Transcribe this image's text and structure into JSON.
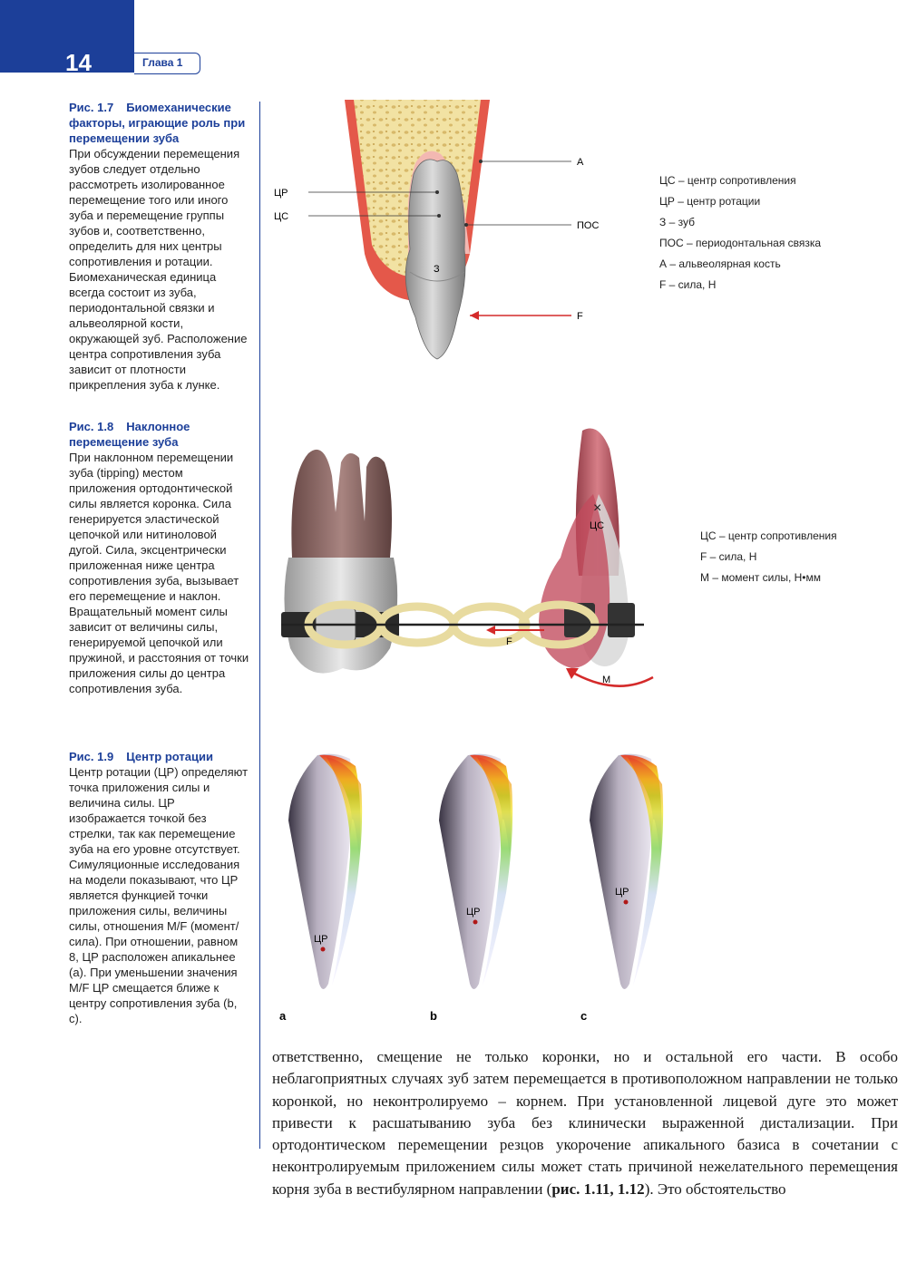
{
  "header": {
    "page_number": "14",
    "chapter": "Глава 1"
  },
  "fig17": {
    "number": "Рис. 1.7",
    "title": "Биомеханические факторы, играющие роль при перемещении зуба",
    "body": "При обсуждении перемещения зубов следует отдельно рассмотреть изолированное перемещение того или иного зуба и перемещение группы зубов и, соответственно, определить для них центры сопротивления и ротации. Биомеханическая единица всегда состоит из зуба, периодонтальной связки и альвеолярной кости, окружающей зуб. Расположение центра сопротивления зуба зависит от плотности прикрепления зуба к лунке.",
    "labels": {
      "cr": "ЦР",
      "cs": "ЦС",
      "a": "А",
      "pos": "ПОС",
      "f": "F",
      "tooth": "З"
    },
    "legend": [
      "ЦС – центр сопротивления",
      "ЦР – центр ротации",
      "З – зуб",
      "ПОС – периодонтальная связка",
      "А – альвеолярная кость",
      "F – сила, Н"
    ]
  },
  "fig18": {
    "number": "Рис. 1.8",
    "title": "Наклонное перемещение зуба",
    "body": "При наклонном перемещении зуба (tipping) местом приложения ортодонтической силы является коронка. Сила генерируется эластической цепочкой или нитиноловой дугой. Сила, эксцентрически приложенная ниже центра сопротивления зуба, вызывает его перемещение и наклон. Вращательный момент силы зависит от величины силы, генерируемой цепочкой или пружиной, и расстояния от точки приложения силы до центра сопротивления зуба.",
    "labels": {
      "cs": "ЦС",
      "f": "F",
      "m": "M"
    },
    "legend": [
      "ЦС – центр сопротивления",
      "F – сила, Н",
      "M – момент силы, Н•мм"
    ]
  },
  "fig19": {
    "number": "Рис. 1.9",
    "title": "Центр ротации",
    "body": "Центр ротации (ЦР) определяют точка приложения силы и величина силы. ЦР изображается точкой без стрелки, так как перемещение зуба на его уровне отсутствует. Симуляционные исследования на модели показывают, что ЦР является функцией точки приложения силы, величины силы, отношения M/F (момент/сила). При отношении, равном 8, ЦР расположен апикальнее (a). При уменьшении значения M/F ЦР смещается ближе к центру сопротивления зуба (b, c).",
    "panels": [
      {
        "letter": "a",
        "cr": "ЦР"
      },
      {
        "letter": "b",
        "cr": "ЦР"
      },
      {
        "letter": "c",
        "cr": "ЦР"
      }
    ]
  },
  "main_text": {
    "body": "ответственно, смещение не только коронки, но и остальной его части. В особо неблагоприятных случаях зуб затем перемещается в противоположном направлении не только коронкой, но неконтролируемо – корнем. При установленной лицевой дуге это может привести к расшатыванию зуба без клинически выраженной дистализации. При ортодонтическом перемещении резцов укорочение апикального базиса в сочетании с неконтролируемым приложением силы может стать причиной нежелательного перемещения корня зуба в вестибулярном направлении (",
    "reference": "рис. 1.11, 1.12",
    "tail": "). Это обстоятельство"
  },
  "colors": {
    "brand": "#1c3f99",
    "force_arrow": "#d42a2a",
    "bone": "#f2e2a3",
    "gingiva": "#e4584a"
  }
}
